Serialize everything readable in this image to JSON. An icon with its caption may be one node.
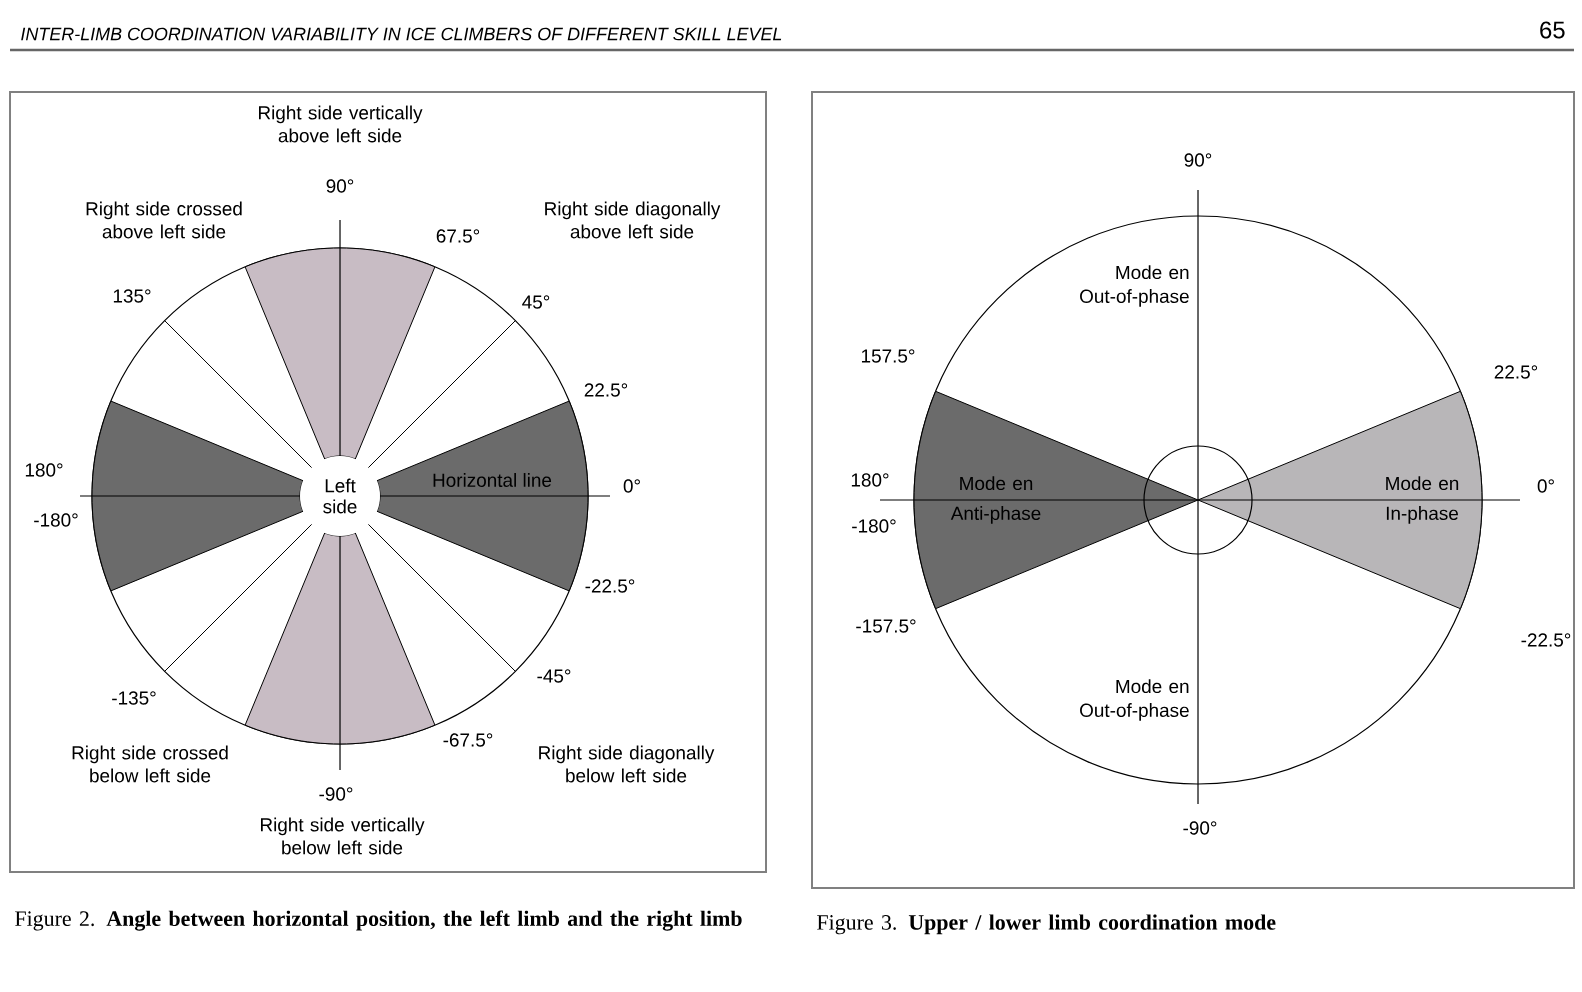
{
  "diagram": {
    "nodes": [
      {
        "text": [
          "Left side"
        ]
      }
    ],
    "labels": [
      "INTER-LIMB COORDINATION VARIABILITY IN ICE CLIMBERS OF DIFFERENT SKILL LEVEL",
      "65",
      "Right side vertically above left side",
      "90°",
      "Right side crossed above left side",
      "67.5°",
      "Right side diagonally above left side",
      "135°",
      "45°",
      "22.5°",
      "180°",
      "Horizontal line",
      "0°",
      "-180°",
      "-22.5°",
      "-45°",
      "-135°",
      "Right side crossed below left side",
      "-67.5°",
      "Right side diagonally below left side",
      "-90°",
      "Right side vertically below left side",
      "Figure 2. **Angle between horizontal position, the left limb and the right limb**",
      "90°",
      "Mode en Out-of-phase",
      "157.5°",
      "22.5°",
      "180°",
      "Mode en Anti-phase",
      "Mode en In-phase",
      "0°",
      "-180°",
      "-157.5°",
      "-22.5°",
      "Mode en Out-of-phase",
      "-90°",
      "Figure 3. **Upper / lower limb coordination mode**"
    ]
  }
}
